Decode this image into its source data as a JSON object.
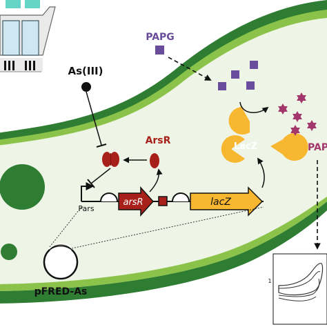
{
  "labels": {
    "arsenic": "As(III)",
    "regulator_protein": "ArsR",
    "papg": "PAPG",
    "lacz_protein": "LacZ",
    "pap_cut": "PAP",
    "promoter": "Pars",
    "arsr_gene": "arsR",
    "lacz_gene": "lacZ",
    "plasmid": "pFRED-As",
    "voltammogram_axis": "1"
  },
  "colors": {
    "membrane_outer": "#2e7d32",
    "membrane_inner": "#8bc34a",
    "cytoplasm": "#eef5e6",
    "arsr": "#a8201a",
    "lacz": "#f7b731",
    "papg": "#6a4c9c",
    "pap": "#a3366b"
  },
  "icons": [
    "screen-printed-electrode-icon",
    "voltammogram-icon",
    "plasmid-icon"
  ]
}
